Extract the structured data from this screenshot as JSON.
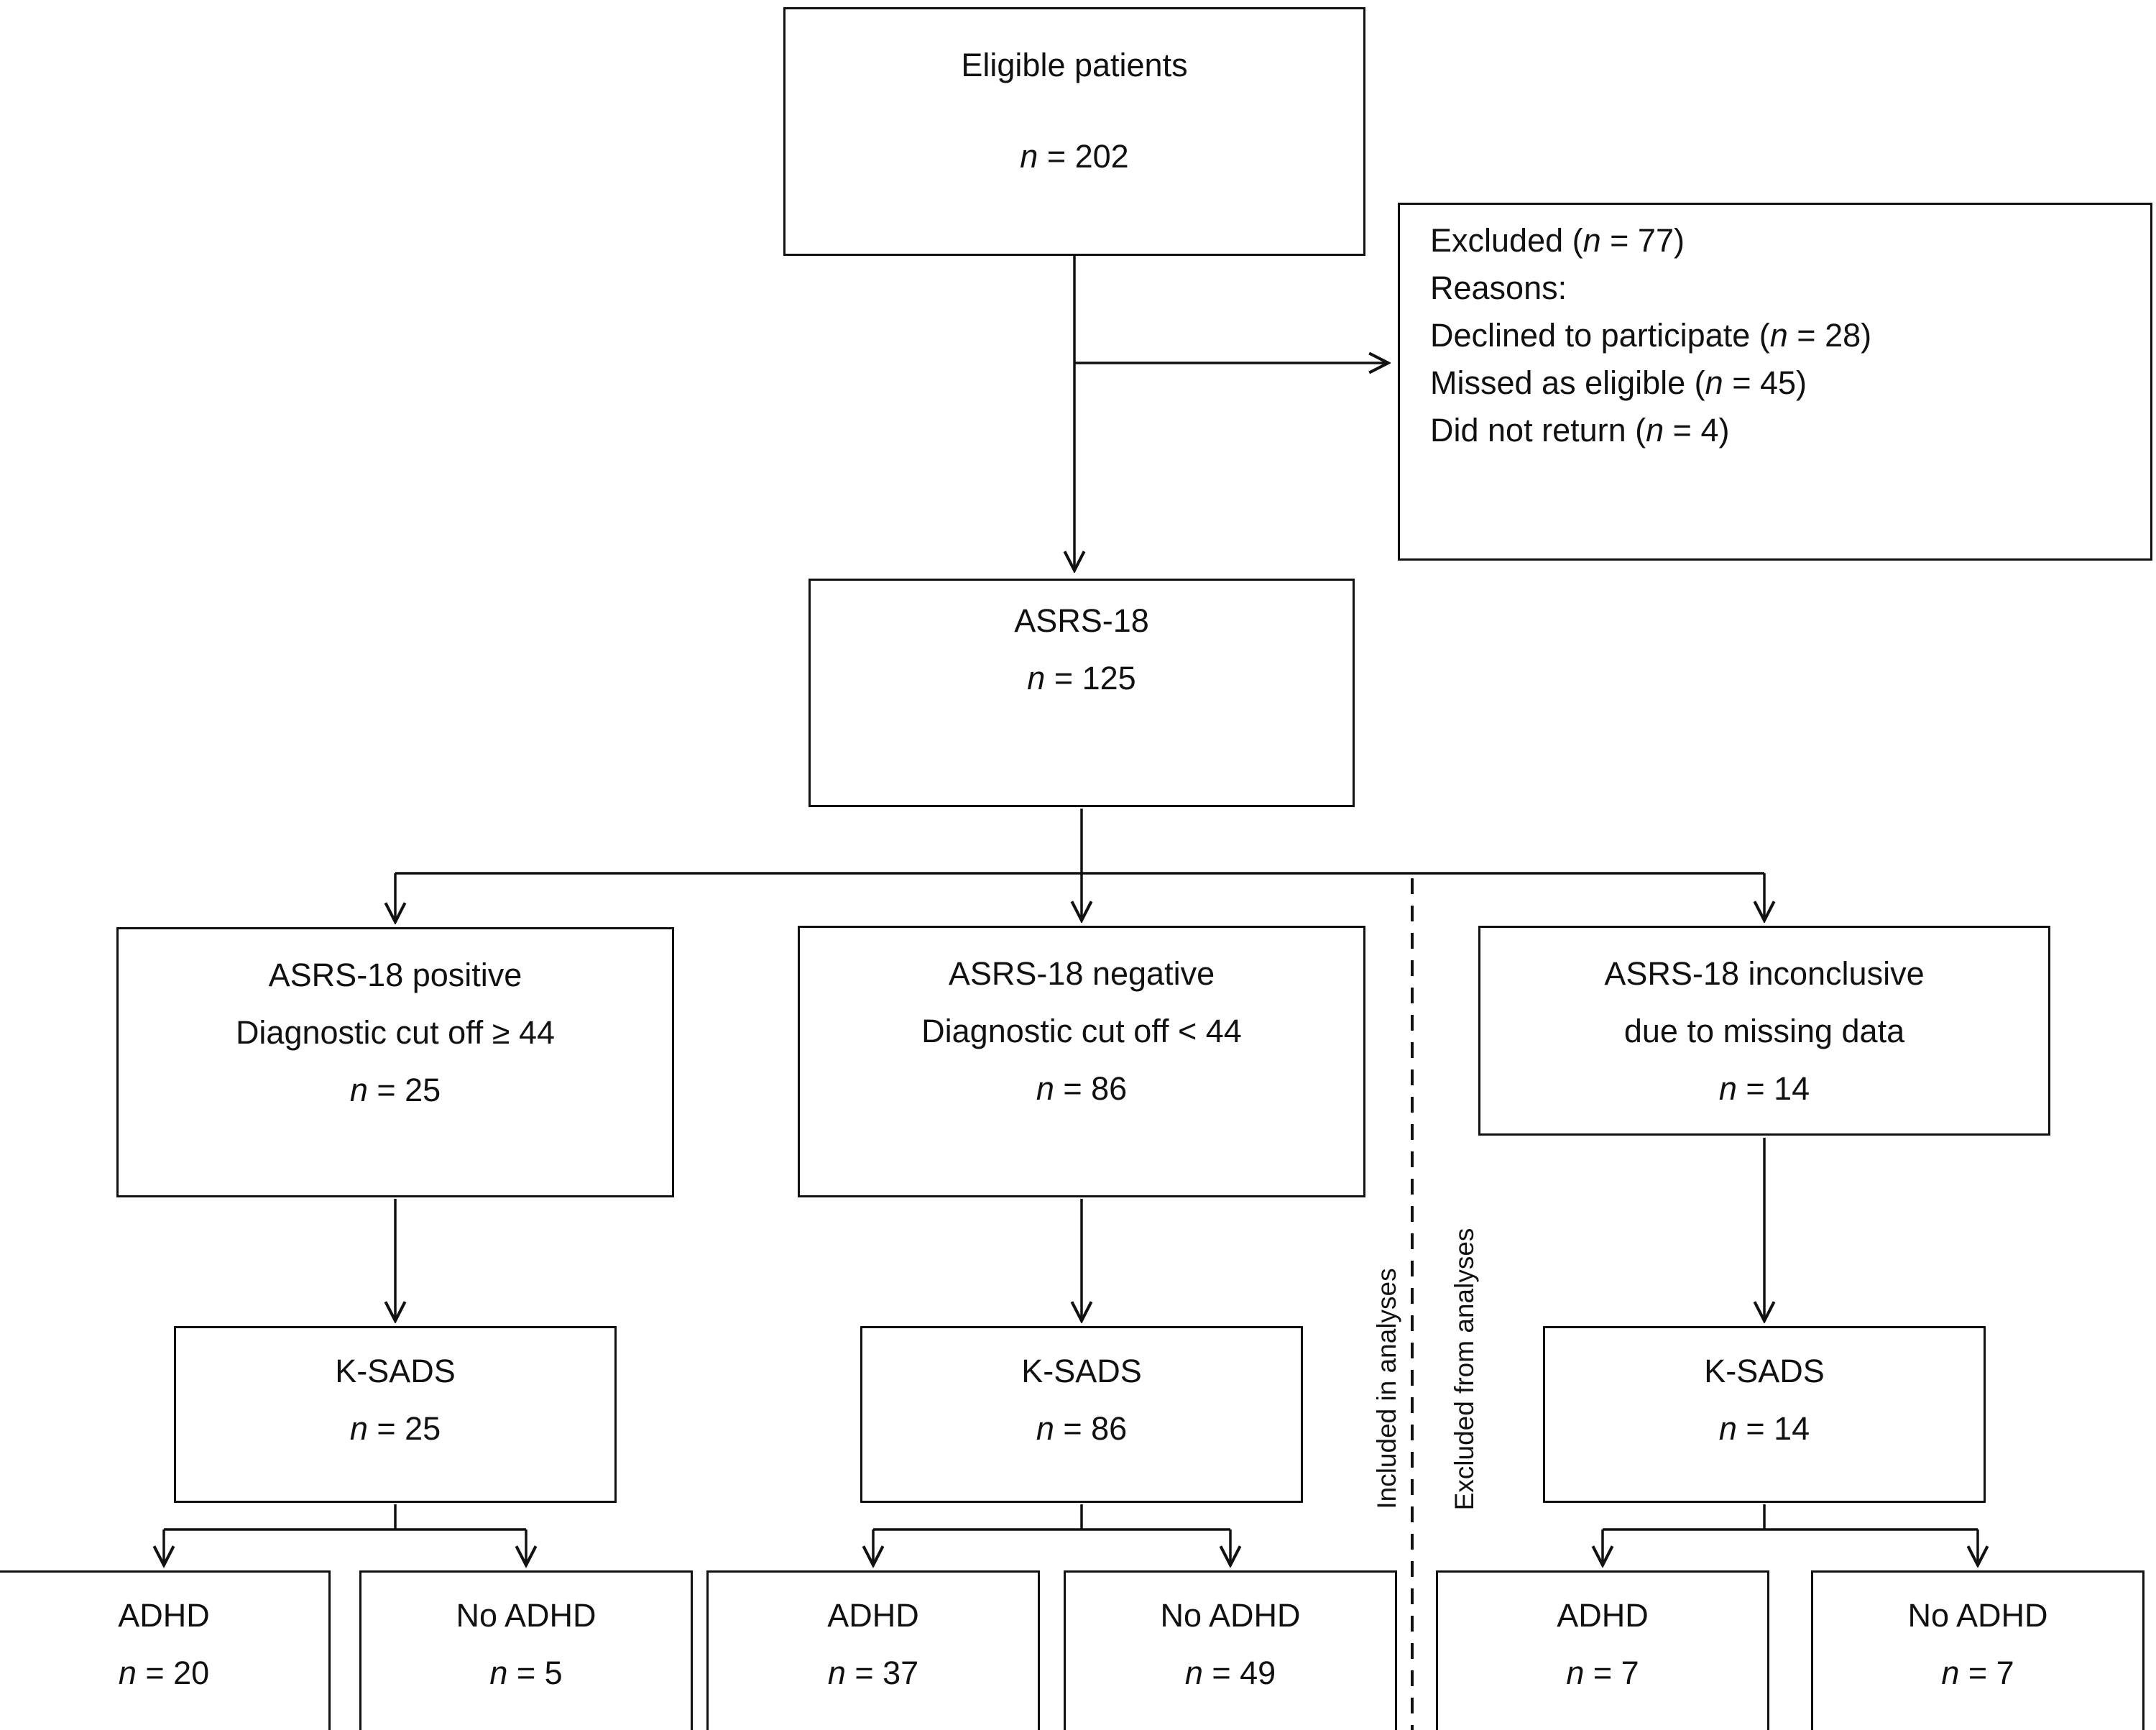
{
  "diagram": {
    "boxes": {
      "eligible": {
        "lines": [
          "Eligible patients",
          "n = 202"
        ]
      },
      "excluded": {
        "lines": [
          "Excluded (n = 77)",
          "Reasons:",
          "Declined to participate (n = 28)",
          "Missed as eligible (n = 45)",
          "Did not return (n = 4)"
        ]
      },
      "asrs18": {
        "lines": [
          "ASRS-18",
          "n = 125"
        ]
      },
      "asrs_positive": {
        "lines": [
          "ASRS-18 positive",
          "Diagnostic cut off ≥ 44",
          "n = 25"
        ]
      },
      "asrs_negative": {
        "lines": [
          "ASRS-18 negative",
          "Diagnostic cut off < 44",
          "n = 86"
        ]
      },
      "asrs_inconclusive": {
        "lines": [
          "ASRS-18 inconclusive",
          "due to missing data",
          "n = 14"
        ]
      },
      "ksads_positive": {
        "lines": [
          "K-SADS",
          "n = 25"
        ]
      },
      "ksads_negative": {
        "lines": [
          "K-SADS",
          "n = 86"
        ]
      },
      "ksads_inconclusive": {
        "lines": [
          "K-SADS",
          "n = 14"
        ]
      },
      "adhd_positive": {
        "lines": [
          "ADHD",
          "n = 20"
        ]
      },
      "noadhd_positive": {
        "lines": [
          "No ADHD",
          "n = 5"
        ]
      },
      "adhd_negative": {
        "lines": [
          "ADHD",
          "n = 37"
        ]
      },
      "noadhd_negative": {
        "lines": [
          "No ADHD",
          "n = 49"
        ]
      },
      "adhd_inconclusive": {
        "lines": [
          "ADHD",
          "n = 7"
        ]
      },
      "noadhd_inconclusive": {
        "lines": [
          "No ADHD",
          "n = 7"
        ]
      }
    },
    "labels": {
      "included": "Included in analyses",
      "excluded": "Excluded from analyses"
    },
    "colors": {
      "line": "#111111",
      "box_border": "#111111",
      "text": "#111111",
      "background": "#ffffff"
    }
  }
}
